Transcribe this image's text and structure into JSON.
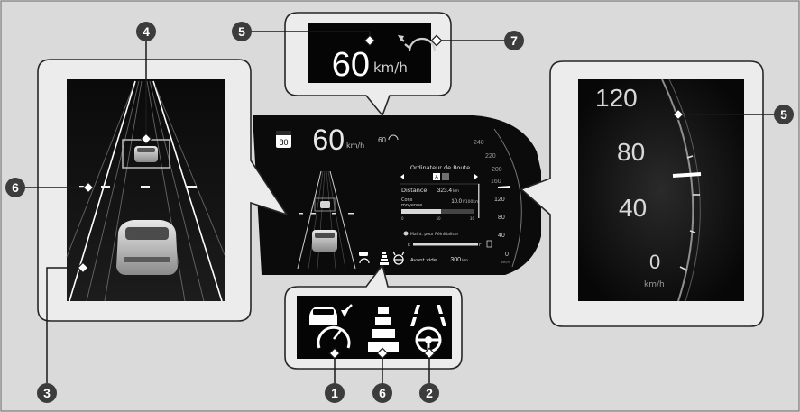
{
  "callouts": [
    {
      "id": "1",
      "label": "1"
    },
    {
      "id": "2",
      "label": "2"
    },
    {
      "id": "3",
      "label": "3"
    },
    {
      "id": "4",
      "label": "4"
    },
    {
      "id": "5a",
      "label": "5"
    },
    {
      "id": "5b",
      "label": "5"
    },
    {
      "id": "6a",
      "label": "6"
    },
    {
      "id": "6b",
      "label": "6"
    },
    {
      "id": "7",
      "label": "7"
    }
  ],
  "top_zoom": {
    "speed": "60",
    "unit": "km/h"
  },
  "cluster": {
    "speed_limit_sign": "80",
    "speed": "60",
    "speed_unit": "km/h",
    "small_set_speed": "60",
    "computer": {
      "title": "Ordinateur de Route",
      "nav_icon": "A",
      "distance_label": "Distance",
      "distance_value": "323.4",
      "distance_unit": "km",
      "cons_label_1": "Cons",
      "cons_label_2": "moyenne",
      "cons_value": "10.0",
      "cons_unit": "l/100km",
      "scale_min": "0",
      "scale_mid": "50",
      "scale_max": "30",
      "reset_hint": "Maint. pour Réinitialiser",
      "fuel_e": "E",
      "fuel_f": "F",
      "range_label": "Avant vide",
      "range_value": "300",
      "range_unit": "km"
    },
    "gauge_ticks": [
      "240",
      "220",
      "200",
      "160",
      "120",
      "80",
      "40",
      "0"
    ],
    "gauge_unit": "km/h"
  },
  "right_zoom": {
    "ticks": [
      "120",
      "80",
      "40",
      "0"
    ],
    "unit": "km/h"
  }
}
